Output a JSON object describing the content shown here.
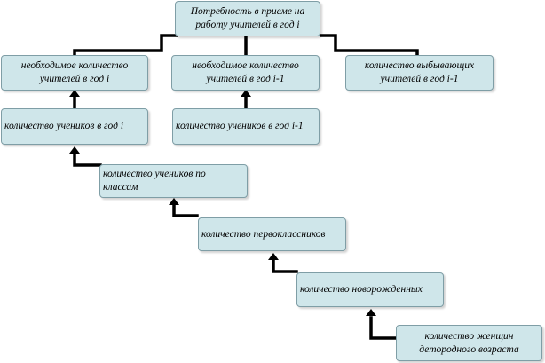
{
  "nodes": {
    "root": "Потребность в приеме на\nработу учителей в год i",
    "needed_i": "необходимое количество\nучителей в год i",
    "needed_i_minus_1": "необходимое количество\nучителей в год i-1",
    "leaving": "количество выбывающих\nучителей в год i-1",
    "students_i": "количество учеников в год i",
    "students_i_minus_1": "количество учеников в год i-1",
    "students_by_class": "количество учеников по\nклассам",
    "first_graders": "количество первоклассников",
    "newborns": "количество новорожденных",
    "women": "количество женщин\nдетородного возраста"
  },
  "colors": {
    "box_fill": "#cfe6ea",
    "box_border": "#7f9ea6",
    "connector": "#000000"
  }
}
